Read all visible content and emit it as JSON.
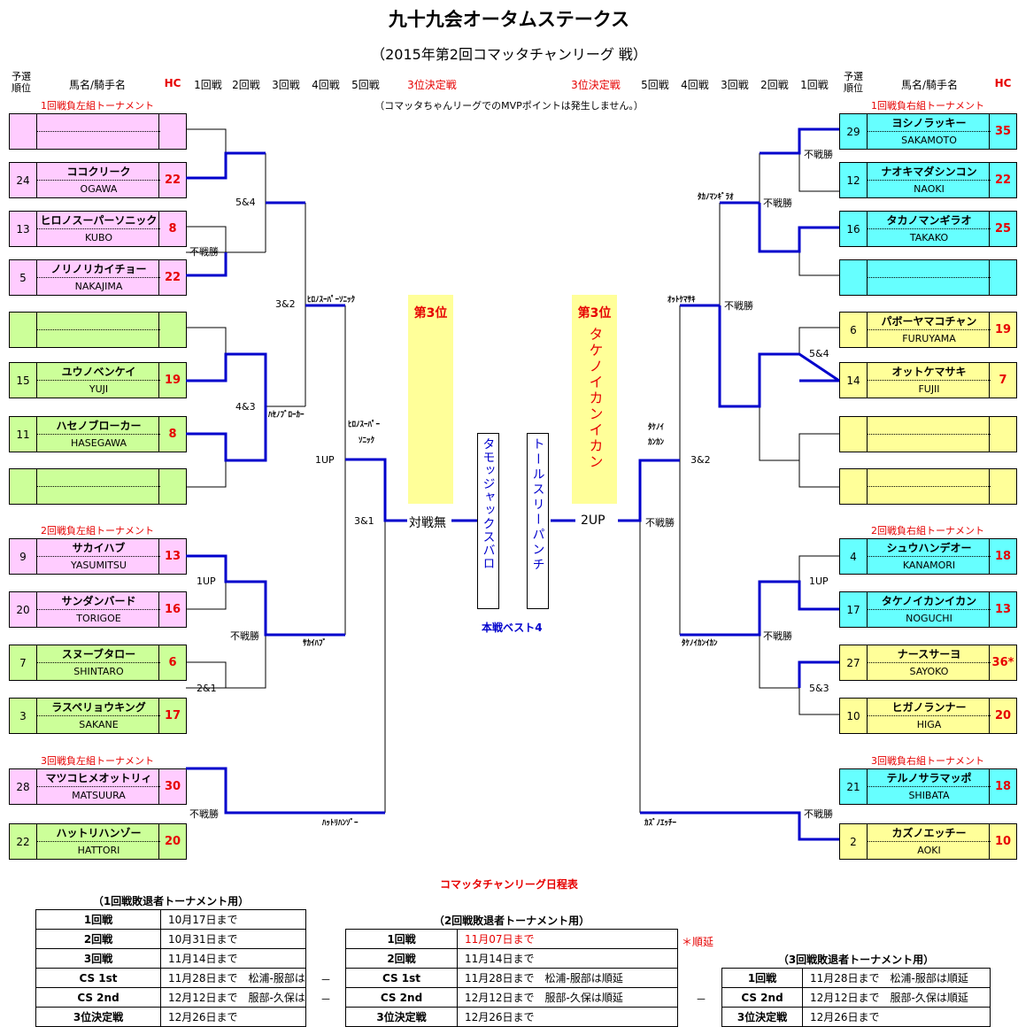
{
  "title": "九十九会オータムステークス",
  "subtitle": "（2015年第2回コマッタチャンリーグ 戦）",
  "header": {
    "rank": "予選\n順位",
    "name": "馬名/騎手名",
    "hc": "HC",
    "r1": "1回戦",
    "r2": "2回戦",
    "r3": "3回戦",
    "r4": "4回戦",
    "r5": "5回戦",
    "third": "3位決定戦"
  },
  "mvp_note": "（コマッタちゃんリーグでのMVPポイントは発生しません。）",
  "groups": {
    "l1": "1回戦負左組トーナメント",
    "l2": "2回戦負左組トーナメント",
    "l3": "3回戦負左組トーナメント",
    "r1": "1回戦負右組トーナメント",
    "r2": "2回戦負右組トーナメント",
    "r3": "3回戦負右組トーナメント"
  },
  "left_entries": [
    {
      "rank": "",
      "name": "",
      "jockey": "",
      "hc": ""
    },
    {
      "rank": "24",
      "name": "ココクリーク",
      "jockey": "OGAWA",
      "hc": "22"
    },
    {
      "rank": "13",
      "name": "ヒロノスーパーソニック",
      "jockey": "KUBO",
      "hc": "8"
    },
    {
      "rank": "5",
      "name": "ノリノリカイチョー",
      "jockey": "NAKAJIMA",
      "hc": "22"
    },
    {
      "rank": "",
      "name": "",
      "jockey": "",
      "hc": ""
    },
    {
      "rank": "15",
      "name": "ユウノベンケイ",
      "jockey": "YUJI",
      "hc": "19"
    },
    {
      "rank": "11",
      "name": "ハセノブローカー",
      "jockey": "HASEGAWA",
      "hc": "8"
    },
    {
      "rank": "",
      "name": "",
      "jockey": "",
      "hc": ""
    },
    {
      "rank": "9",
      "name": "サカイハブ",
      "jockey": "YASUMITSU",
      "hc": "13"
    },
    {
      "rank": "20",
      "name": "サンダンバード",
      "jockey": "TORIGOE",
      "hc": "16"
    },
    {
      "rank": "7",
      "name": "スヌーブタロー",
      "jockey": "SHINTARO",
      "hc": "6"
    },
    {
      "rank": "3",
      "name": "ラスペリョウキング",
      "jockey": "SAKANE",
      "hc": "17"
    },
    {
      "rank": "28",
      "name": "マツコヒメオットリィ",
      "jockey": "MATSUURA",
      "hc": "30"
    },
    {
      "rank": "22",
      "name": "ハットリハンゾー",
      "jockey": "HATTORI",
      "hc": "20"
    }
  ],
  "right_entries": [
    {
      "rank": "29",
      "name": "ヨシノラッキー",
      "jockey": "SAKAMOTO",
      "hc": "35"
    },
    {
      "rank": "12",
      "name": "ナオキマダシンコン",
      "jockey": "NAOKI",
      "hc": "22"
    },
    {
      "rank": "16",
      "name": "タカノマンギラオ",
      "jockey": "TAKAKO",
      "hc": "25"
    },
    {
      "rank": "",
      "name": "",
      "jockey": "",
      "hc": ""
    },
    {
      "rank": "6",
      "name": "パボーヤマコチャン",
      "jockey": "FURUYAMA",
      "hc": "19"
    },
    {
      "rank": "14",
      "name": "オットケマサキ",
      "jockey": "FUJII",
      "hc": "7"
    },
    {
      "rank": "",
      "name": "",
      "jockey": "",
      "hc": ""
    },
    {
      "rank": "",
      "name": "",
      "jockey": "",
      "hc": ""
    },
    {
      "rank": "4",
      "name": "シュウハンデオー",
      "jockey": "KANAMORI",
      "hc": "18"
    },
    {
      "rank": "17",
      "name": "タケノイカンイカン",
      "jockey": "NOGUCHI",
      "hc": "13"
    },
    {
      "rank": "27",
      "name": "ナースサーヨ",
      "jockey": "SAYOKO",
      "hc": "36*"
    },
    {
      "rank": "10",
      "name": "ヒガノランナー",
      "jockey": "HIGA",
      "hc": "20"
    },
    {
      "rank": "21",
      "name": "テルノサラマッポ",
      "jockey": "SHIBATA",
      "hc": "18"
    },
    {
      "rank": "2",
      "name": "カズノエッチー",
      "jockey": "AOKI",
      "hc": "10"
    }
  ],
  "results": {
    "l_5and4": "5&4",
    "l_fusen1": "不戦勝",
    "l_3and2": "3&2",
    "l_4and3": "4&3",
    "l_1up": "1UP",
    "l_fusen2": "不戦勝",
    "l_2and1": "2&1",
    "l_3and1": "3&1",
    "l_1up_b": "1UP",
    "l_fusen3": "不戦勝",
    "r_fusen1": "不戦勝",
    "r_fusen2": "不戦勝",
    "r_fusen3": "不戦勝",
    "r_5and4": "5&4",
    "r_3and2": "3&2",
    "r_1up": "1UP",
    "r_fusen4": "不戦勝",
    "r_5and3": "5&3",
    "r_fusen5": "不戦勝",
    "r_fusen6": "不戦勝",
    "center_left": "対戦無",
    "center_right": "2UP"
  },
  "winners": {
    "l_hirono": "ﾋﾛﾉｽｰﾊﾟｰｿﾆｯｸ",
    "l_haseno": "ﾊｾﾉﾌﾞﾛｰｶｰ",
    "l_hirono2a": "ﾋﾛﾉｽｰﾊﾟｰ",
    "l_hirono2b": "ｿﾆｯｸ",
    "l_sakai": "ｻｶｲﾊﾌﾞ",
    "l_hattori": "ﾊｯﾄﾘﾊﾝｿﾞｰ",
    "r_takano": "ﾀｶﾉﾏﾝｷﾞﾗｵ",
    "r_otto": "ｵｯﾄｹﾏｻｷ",
    "r_takenoa": "ﾀｹﾉｲ",
    "r_takenob": "ｶﾝｶﾝ",
    "r_takeno2": "ﾀｹﾉｲｶﾝｲｶﾝ",
    "r_kazuno": "ｶｽﾞﾉｴｯﾁｰ"
  },
  "third_place": {
    "left_title": "第3位",
    "right_title": "第3位",
    "right_name": "タケノイカンイカン",
    "finalist_left": "タモッジャックスバロ",
    "finalist_right": "トールスリーパンチ",
    "best4": "本戦ベスト4"
  },
  "schedule": {
    "title": "コマッタチャンリーグ日程表",
    "t1": {
      "caption": "（1回戦敗退者トーナメント用）",
      "rows": [
        {
          "k": "1回戦",
          "v": "10月17日まで"
        },
        {
          "k": "2回戦",
          "v": "10月31日まで"
        },
        {
          "k": "3回戦",
          "v": "11月14日まで"
        },
        {
          "k": "CS 1st",
          "v": "11月28日まで　松浦-服部は"
        },
        {
          "k": "CS 2nd",
          "v": "12月12日まで　服部-久保は"
        },
        {
          "k": "3位決定戦",
          "v": "12月26日まで"
        }
      ]
    },
    "t2": {
      "caption": "（2回戦敗退者トーナメント用）",
      "rows": [
        {
          "k": "1回戦",
          "v": "11月07日まで"
        },
        {
          "k": "2回戦",
          "v": "11月14日まで"
        },
        {
          "k": "CS 1st",
          "v": "11月28日まで　松浦-服部は順延"
        },
        {
          "k": "CS 2nd",
          "v": "12月12日まで　服部-久保は順延"
        },
        {
          "k": "3位決定戦",
          "v": "12月26日まで"
        }
      ],
      "note": "＊順延"
    },
    "t3": {
      "caption": "（3回戦敗退者トーナメント用）",
      "rows": [
        {
          "k": "1回戦",
          "v": "11月28日まで　松浦-服部は順延"
        },
        {
          "k": "CS 2nd",
          "v": "12月12日まで　服部-久保は順延"
        },
        {
          "k": "3位決定戦",
          "v": "12月26日まで"
        }
      ]
    },
    "dash": "－"
  },
  "colors": {
    "pink": "#ffccff",
    "green": "#ccff99",
    "cyan": "#66ffff",
    "yellow": "#ffff99",
    "line_blue": "#0000cc",
    "red": "#e60000"
  }
}
